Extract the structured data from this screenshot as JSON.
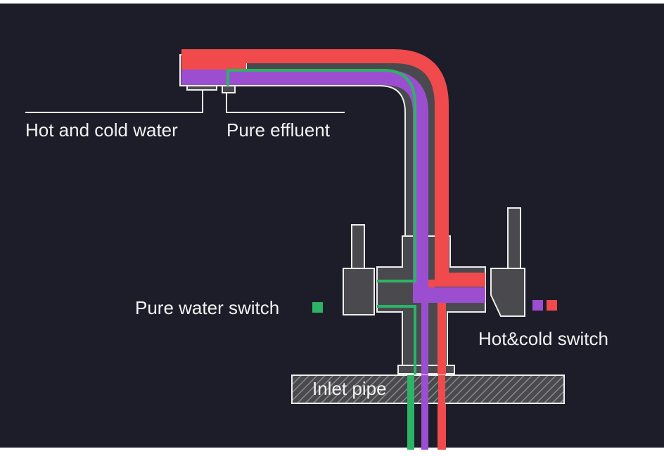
{
  "labels": {
    "hot_cold_water": "Hot and cold water",
    "pure_effluent": "Pure effluent",
    "pure_water_switch": "Pure water switch",
    "hot_cold_switch": "Hot&cold switch",
    "inlet_pipe": "Inlet pipe"
  },
  "colors": {
    "background": "#1c1d29",
    "hot": "#f04a4c",
    "cold": "#9b4fd0",
    "pure": "#2db365",
    "body": "#4a4a4e",
    "outline": "#eeeeee"
  }
}
